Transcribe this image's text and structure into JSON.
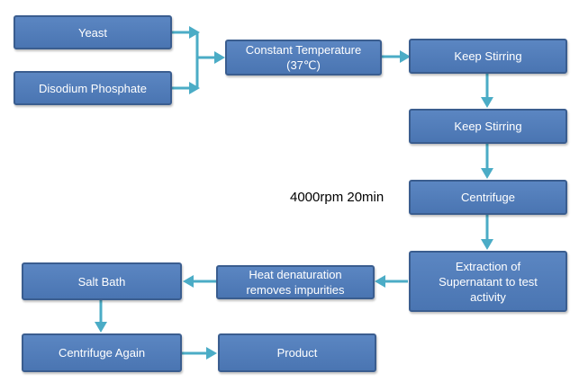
{
  "nodes": {
    "yeast": "Yeast",
    "disodium_phosphate": "Disodium Phosphate",
    "constant_temperature": "Constant Temperature\n(37℃)",
    "keep_stirring_1": "Keep Stirring",
    "keep_stirring_2": "Keep Stirring",
    "centrifuge": "Centrifuge",
    "extraction": "Extraction of\nSupernatant to test\nactivity",
    "heat_denaturation": "Heat denaturation\nremoves impurities",
    "salt_bath": "Salt Bath",
    "centrifuge_again": "Centrifuge Again",
    "product": "Product"
  },
  "annotations": {
    "centrifuge_condition": "4000rpm 20min"
  },
  "colors": {
    "box_fill": "#4f7bba",
    "box_border": "#3a5d8f",
    "arrow": "#4bacc6"
  }
}
